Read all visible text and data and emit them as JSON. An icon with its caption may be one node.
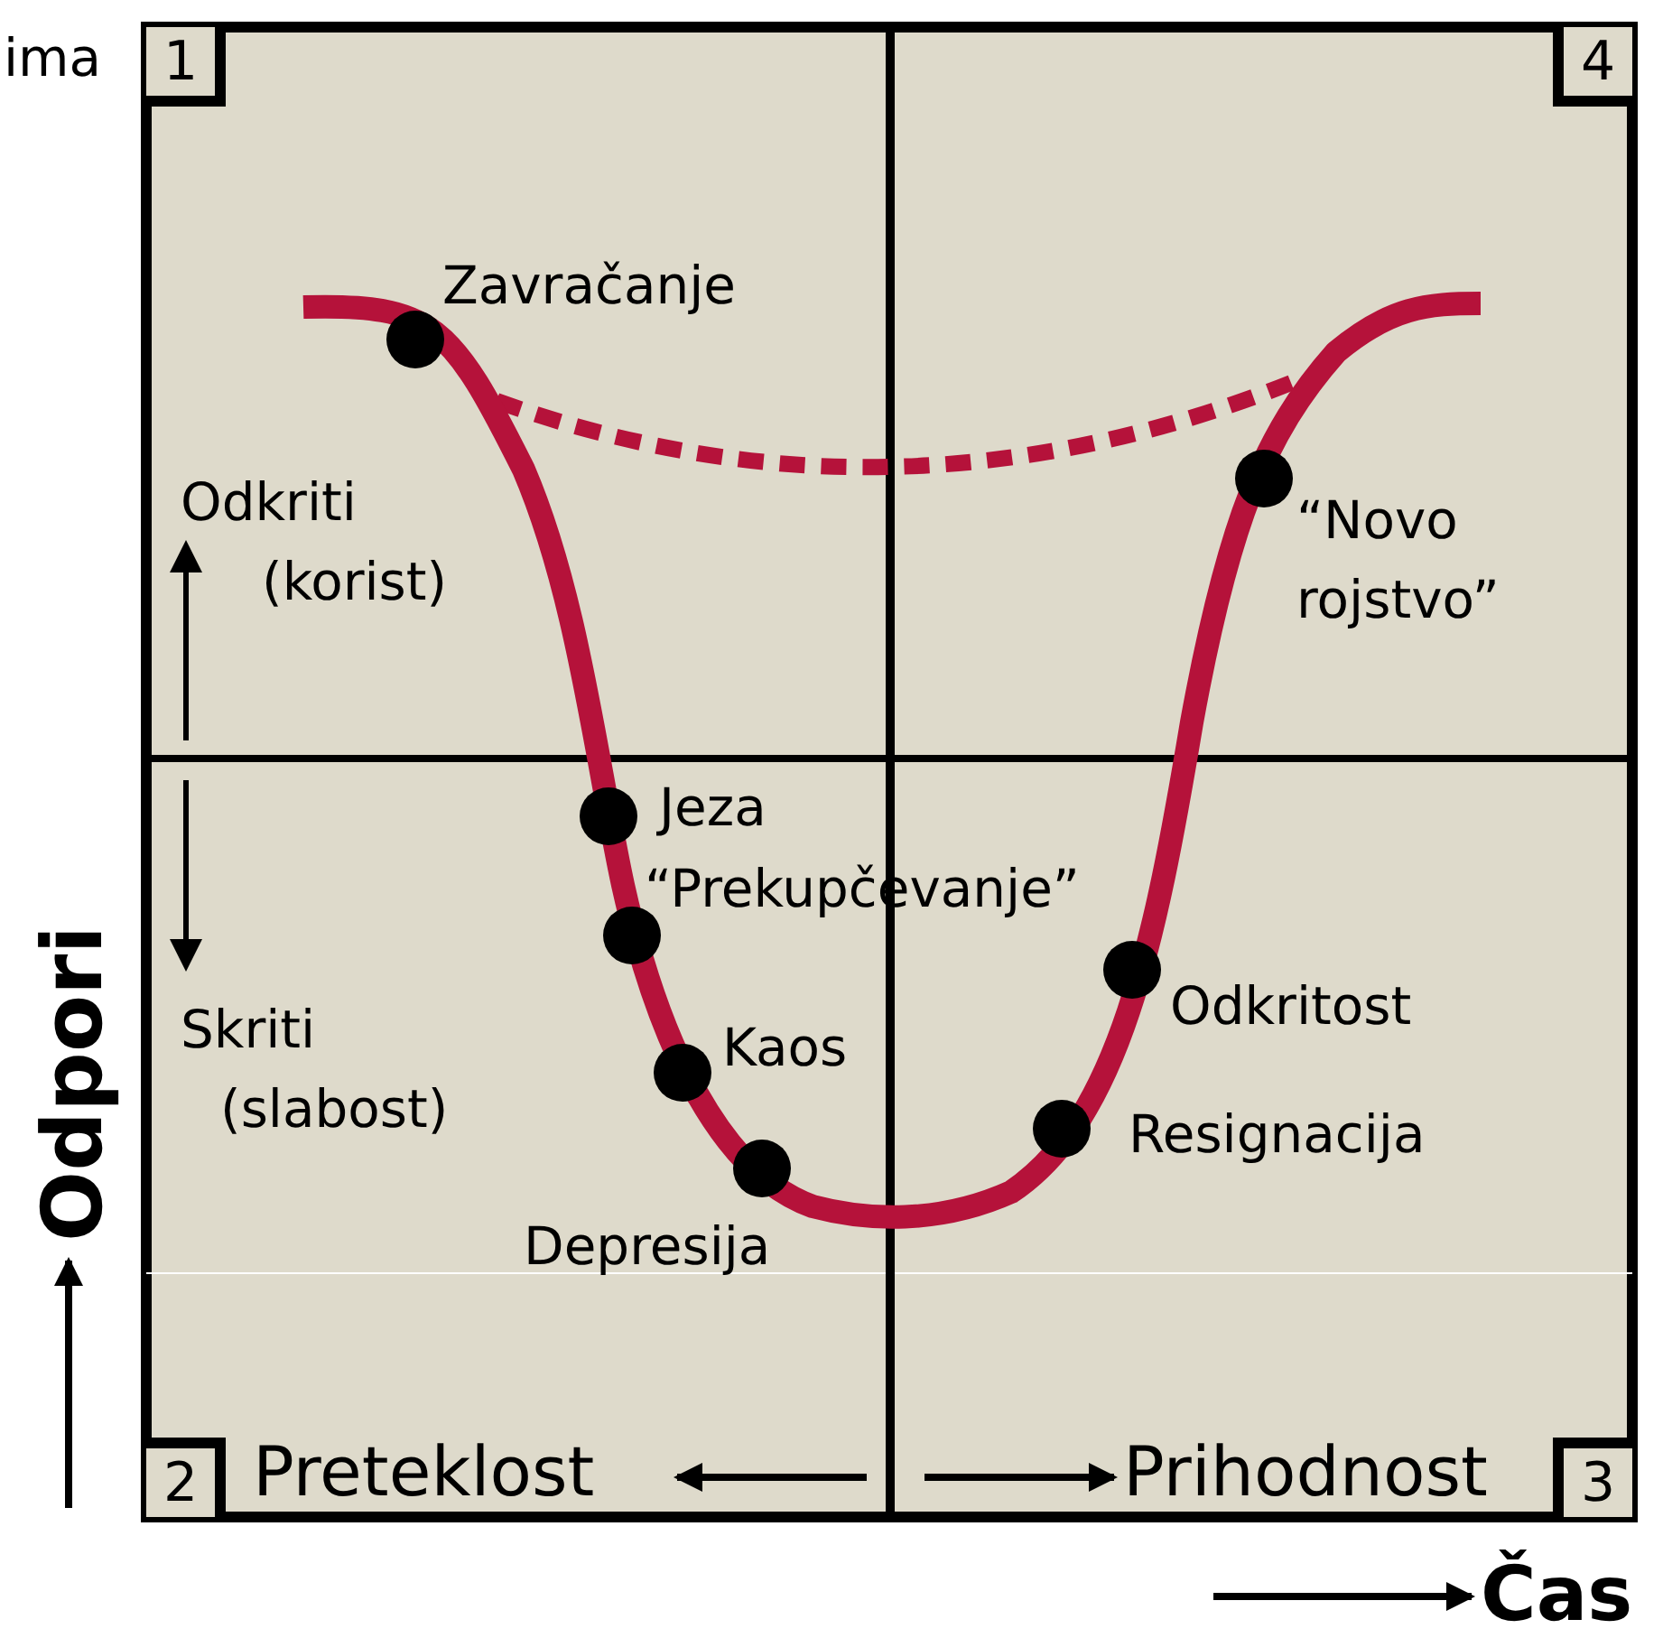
{
  "diagram": {
    "nodes": [
      {
        "text": [
          "1"
        ]
      },
      {
        "text": [
          "4"
        ]
      },
      {
        "text": [
          "2"
        ]
      },
      {
        "text": [
          "3"
        ]
      }
    ],
    "labels": [
      "ima",
      "Zavračanje",
      "Odkriti (korist)",
      "“Novo rojstvo”",
      "Jeza",
      "“Prekupčevanje”",
      "Skriti (slabost)",
      "Kaos",
      "Odkritost",
      "Resignacija",
      "Depresija",
      "Odpori",
      "Preteklost",
      "Prihodnost",
      "Čas"
    ]
  }
}
